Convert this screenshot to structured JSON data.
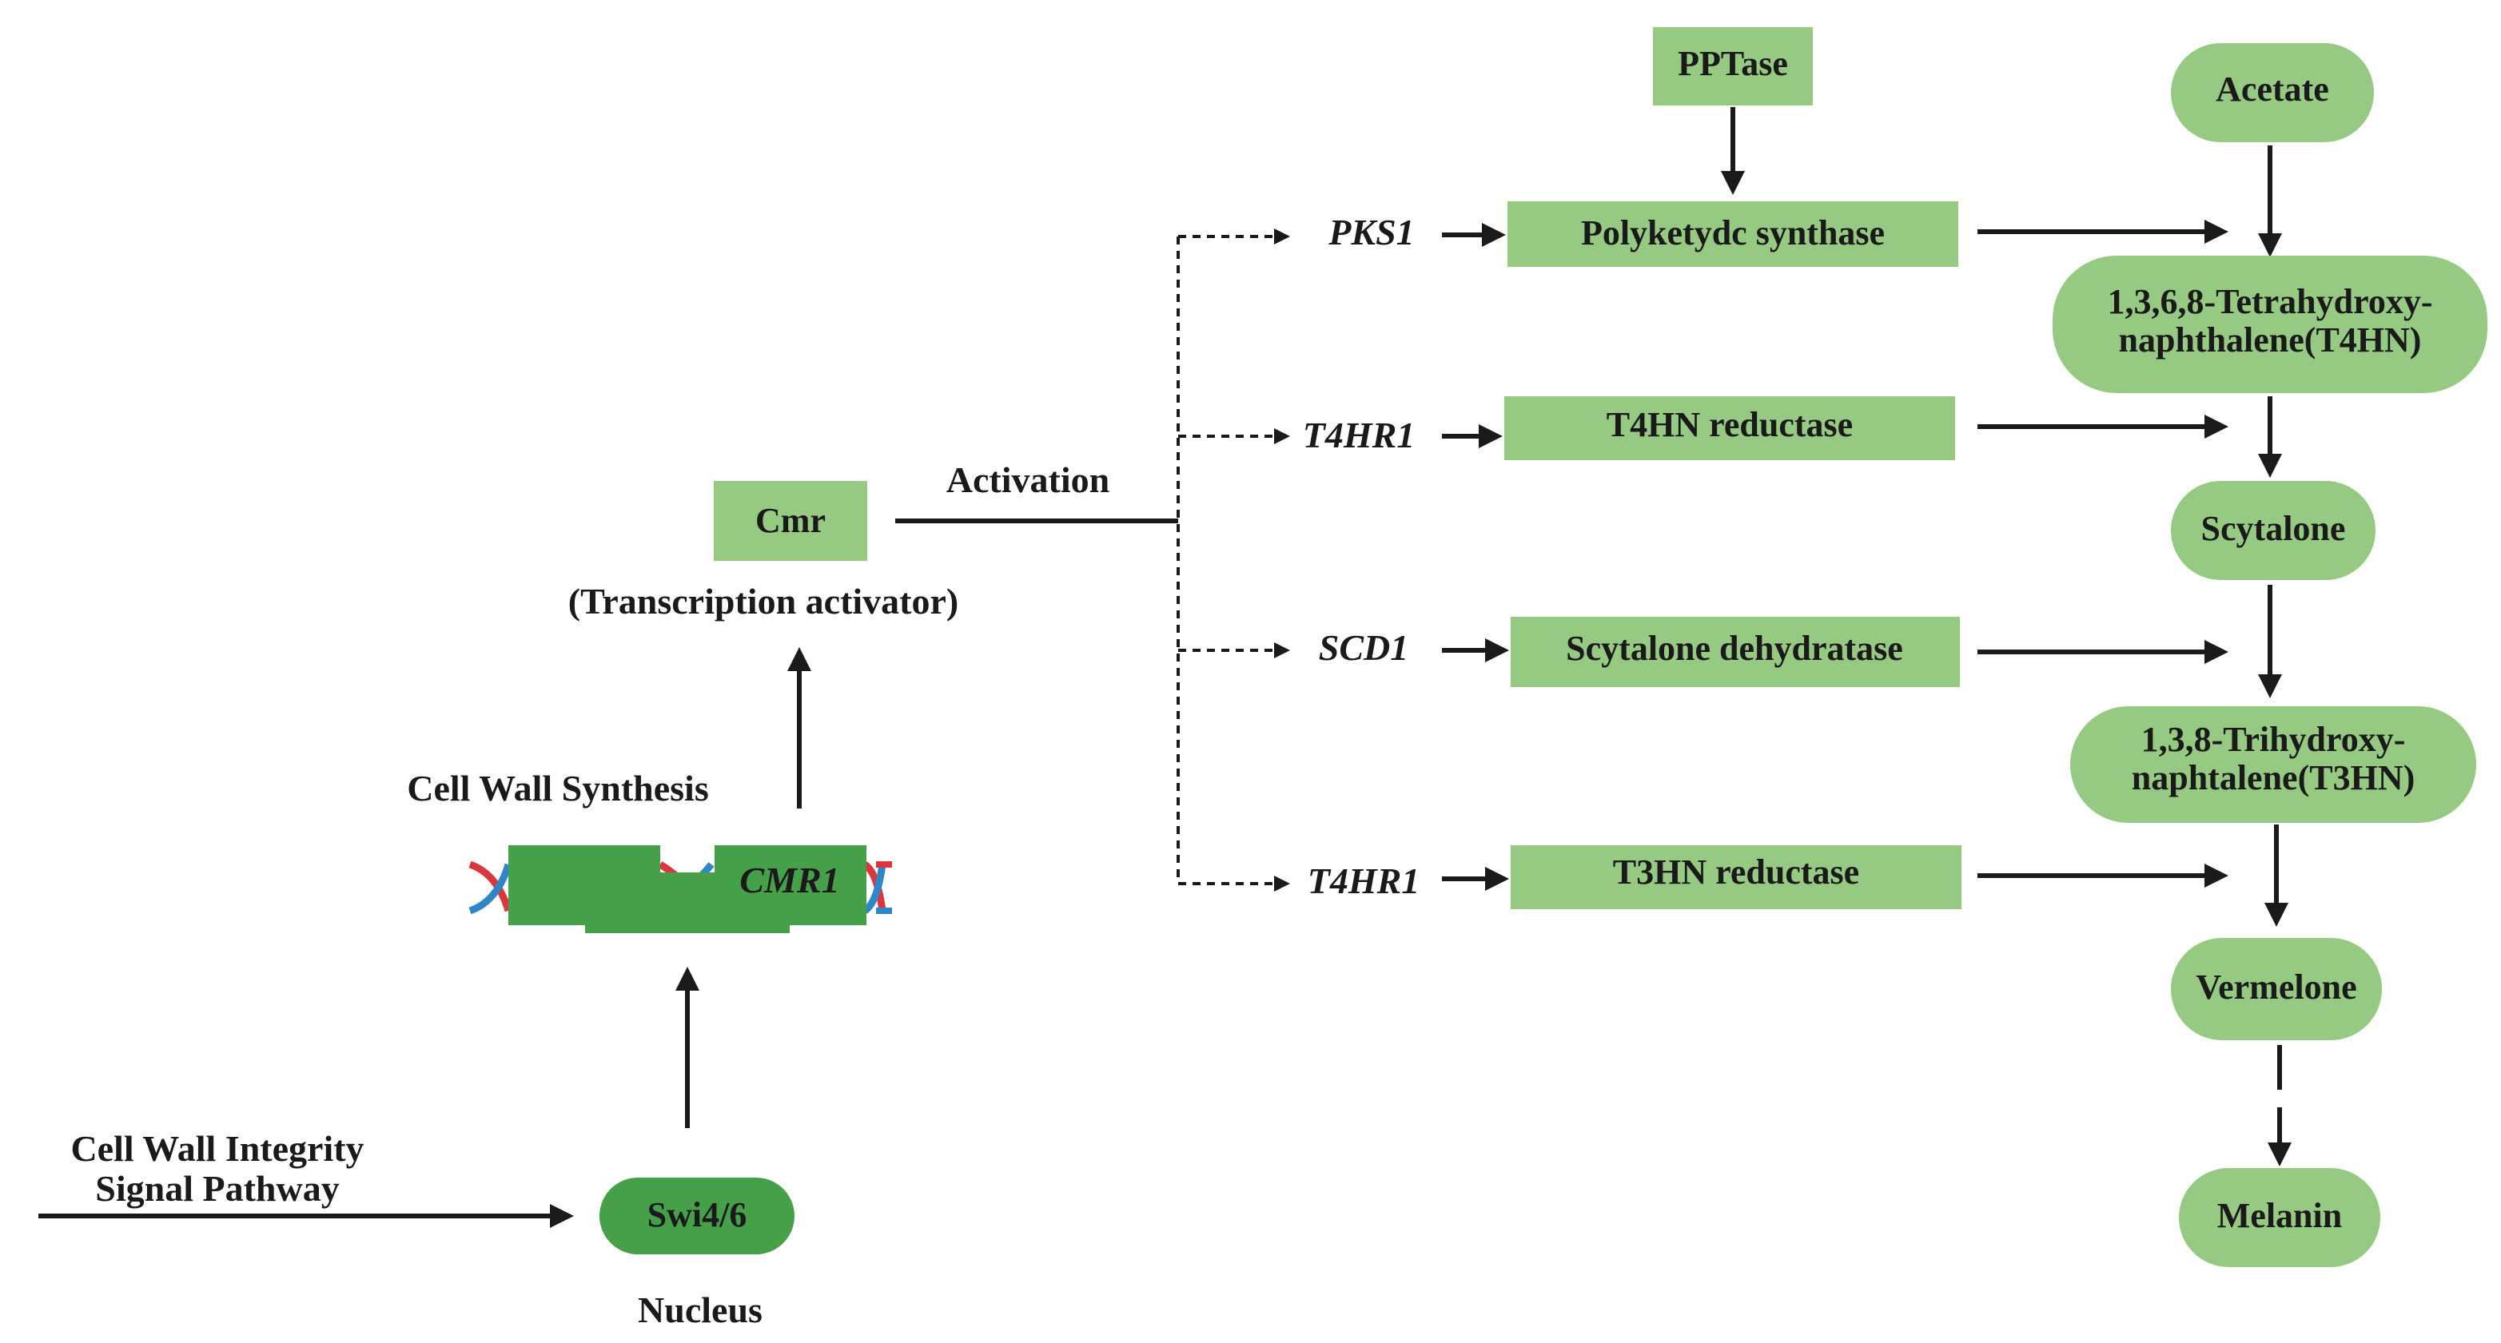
{
  "colors": {
    "light_green": "#96ca82",
    "dark_green": "#46a04a",
    "arrow": "#1a1a1a",
    "dna_red": "#d9363e",
    "dna_blue": "#2f86c6"
  },
  "left": {
    "signal_pathway": [
      "Cell Wall Integrity",
      "Signal Pathway"
    ],
    "swi_node": "Swi4/6",
    "nucleus_label": "Nucleus",
    "cell_wall_synthesis": "Cell Wall Synthesis",
    "gene_label": "CMR1",
    "cmr_node": "Cmr",
    "cmr_role": "(Transcription activator)",
    "activation_label": "Activation"
  },
  "genes": [
    "PKS1",
    "T4HR1",
    "SCD1",
    "T4HR1"
  ],
  "enzymes": {
    "pptase": "PPTase",
    "list": [
      "Polyketydc synthase",
      "T4HN reductase",
      "Scytalone dehydratase",
      "T3HN reductase"
    ]
  },
  "pathway": {
    "acetate": "Acetate",
    "t4hn": [
      "1,3,6,8-Tetrahydroxy-",
      "naphthalene(T4HN)"
    ],
    "scytalone": "Scytalone",
    "t3hn": [
      "1,3,8-Trihydroxy-",
      "naphtalene(T3HN)"
    ],
    "vermelone": "Vermelone",
    "melanin": "Melanin"
  }
}
